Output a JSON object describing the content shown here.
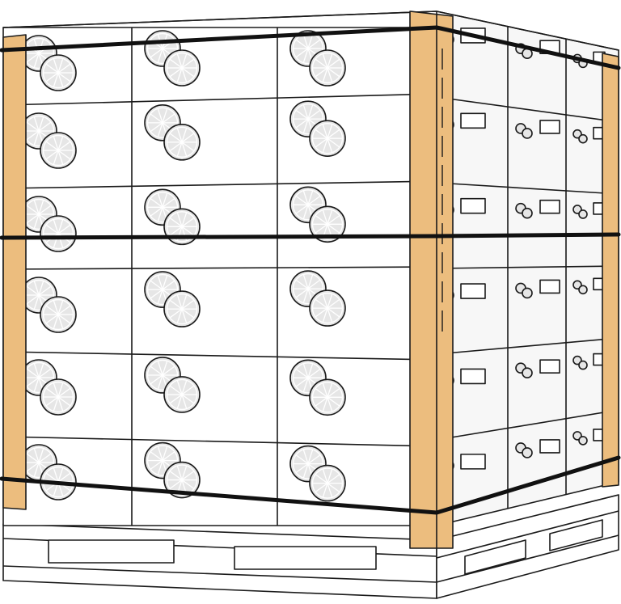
{
  "illustration": {
    "subject": "palletized-citrus-boxes",
    "box_columns_front": 3,
    "box_columns_side": 3,
    "box_rows": 6,
    "fruit_per_box_label": 2,
    "straps": 3,
    "corner_boards": 4
  },
  "colors": {
    "background": "#ffffff",
    "outline": "#1a1a1a",
    "box_fill": "#ffffff",
    "box_side_fill": "#f7f7f7",
    "fruit_fill": "#e6e6e6",
    "fruit_segment": "#ffffff",
    "corner_board_fill": "#ecbd7e",
    "strap": "#111111",
    "pallet_fill": "#ffffff"
  },
  "icons": {
    "fruit": "orange-slice-icon",
    "side_label": "label-rectangle-icon"
  }
}
